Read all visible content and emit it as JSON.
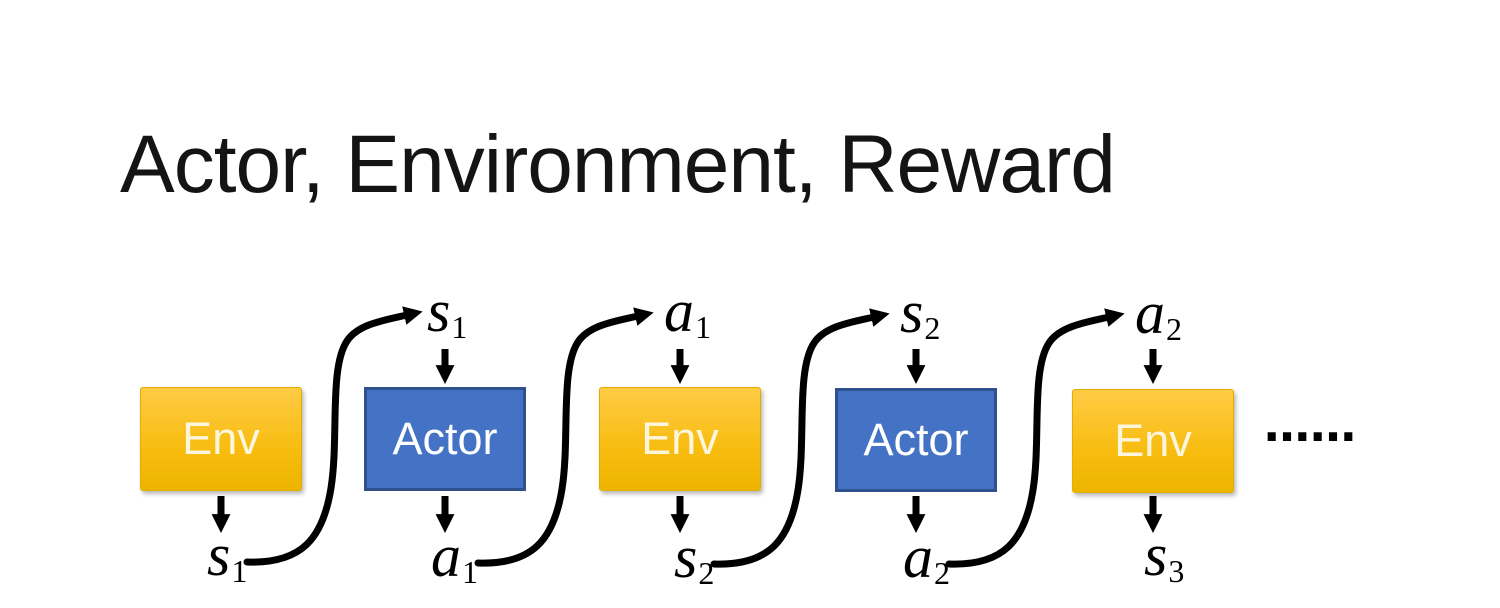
{
  "title": "Actor, Environment, Reward",
  "diagram": {
    "boxes": [
      {
        "label": "Env",
        "type": "env"
      },
      {
        "label": "Actor",
        "type": "actor"
      },
      {
        "label": "Env",
        "type": "env"
      },
      {
        "label": "Actor",
        "type": "actor"
      },
      {
        "label": "Env",
        "type": "env"
      }
    ],
    "top_labels": [
      {
        "base": "s",
        "sub": "1"
      },
      {
        "base": "a",
        "sub": "1"
      },
      {
        "base": "s",
        "sub": "2"
      },
      {
        "base": "a",
        "sub": "2"
      }
    ],
    "bottom_labels": [
      {
        "base": "s",
        "sub": "1"
      },
      {
        "base": "a",
        "sub": "1"
      },
      {
        "base": "s",
        "sub": "2"
      },
      {
        "base": "a",
        "sub": "2"
      },
      {
        "base": "s",
        "sub": "3"
      }
    ],
    "ellipsis": "……"
  },
  "colors": {
    "env_top": "#FFCB45",
    "env_mid": "#F7BC0E",
    "env_bottom": "#EDB400",
    "env_border": "#E3AC00",
    "env_text": "#FDF6DC",
    "actor_fill": "#4472C4",
    "actor_border": "#2F528F",
    "actor_text": "#FFFFFF",
    "arrow": "#000000",
    "title_text": "#141414"
  }
}
